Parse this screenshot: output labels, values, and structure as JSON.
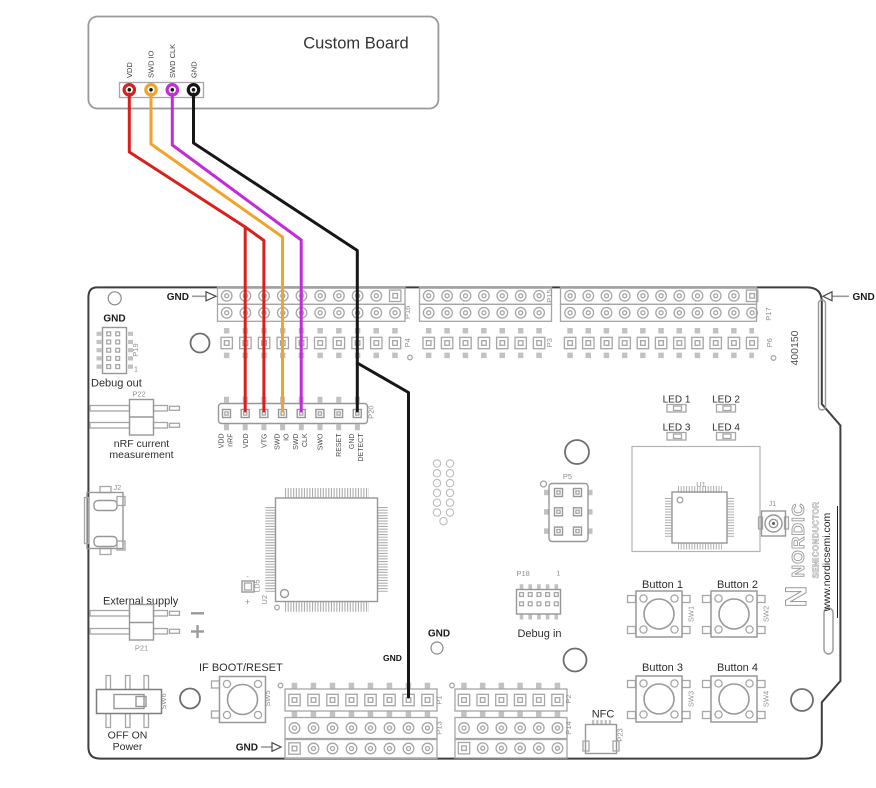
{
  "custom_board": {
    "title": "Custom Board",
    "pins": [
      {
        "label": "VDD",
        "color": "#d8201c"
      },
      {
        "label": "SWD IO",
        "color": "#f2a32a"
      },
      {
        "label": "SWD CLK",
        "color": "#c32bd8"
      },
      {
        "label": "GND",
        "color": "#161616"
      }
    ]
  },
  "board": {
    "part_number": "400150",
    "logo": {
      "n": "N",
      "brand": "NORDIC",
      "sub": "SEMICONDUCTOR",
      "url": "www.nordicsemi.com"
    },
    "gnd_labels": {
      "top_left": "GND",
      "top_right": "GND",
      "bottom_left": "GND",
      "near_hole": "GND",
      "mid": "GND",
      "wire": "GND"
    },
    "headers": {
      "p16": "P16",
      "p15": "P15",
      "p17": "P17",
      "p4": "P4",
      "p3": "P3",
      "p6": "P6",
      "p1": "P1",
      "p2": "P2",
      "p13": "P13",
      "p14": "P14"
    },
    "debug_out": {
      "label": "Debug out",
      "ref": "P19",
      "pin1": "1"
    },
    "current_measurement": {
      "ref": "P22",
      "line1": "nRF current",
      "line2": "measurement"
    },
    "p20": {
      "ref": "P20",
      "pins": [
        {
          "l1": "VDD",
          "l2": "nRF"
        },
        {
          "l1": "VDD",
          "l2": ""
        },
        {
          "l1": "VTG",
          "l2": ""
        },
        {
          "l1": "SWD",
          "l2": "IO"
        },
        {
          "l1": "SWD",
          "l2": "CLK"
        },
        {
          "l1": "SWO",
          "l2": ""
        },
        {
          "l1": "RESET",
          "l2": ""
        },
        {
          "l1": "GND",
          "l2": "DETECT"
        }
      ]
    },
    "leds": [
      {
        "label": "LED 1"
      },
      {
        "label": "LED 2"
      },
      {
        "label": "LED 3"
      },
      {
        "label": "LED 4"
      }
    ],
    "components": {
      "u1": "U1",
      "u2": "U2",
      "ld5": "LD5",
      "ld5_plus": "+",
      "ld5_minus": "-",
      "j1": "J1",
      "j2": "J2",
      "p5": "P5"
    },
    "debug_in": {
      "label": "Debug in",
      "ref": "P18",
      "pin1": "1"
    },
    "external_supply": {
      "label": "External supply",
      "ref": "P21"
    },
    "power": {
      "off_on": "OFF  ON",
      "label": "Power",
      "ref": "SW6"
    },
    "boot_reset": {
      "label": "IF BOOT/RESET",
      "ref": "SW5"
    },
    "nfc": {
      "label": "NFC",
      "ref": "P23"
    },
    "buttons": [
      {
        "label": "Button 1",
        "ref": "SW1"
      },
      {
        "label": "Button 2",
        "ref": "SW2"
      },
      {
        "label": "Button 3",
        "ref": "SW3"
      },
      {
        "label": "Button 4",
        "ref": "SW4"
      }
    ]
  }
}
